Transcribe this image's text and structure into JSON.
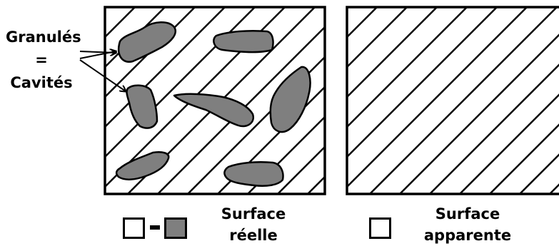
{
  "annotation": {
    "line1": "Granulés",
    "line2": "=",
    "line3": "Cavités"
  },
  "legend_left": {
    "swatch_minus": "-",
    "label_line1": "Surface",
    "label_line2": "réelle"
  },
  "legend_right": {
    "label_line1": "Surface",
    "label_line2": "apparente"
  },
  "colors": {
    "outline": "#000000",
    "granule_fill": "#7f7f7f",
    "background": "#ffffff"
  }
}
